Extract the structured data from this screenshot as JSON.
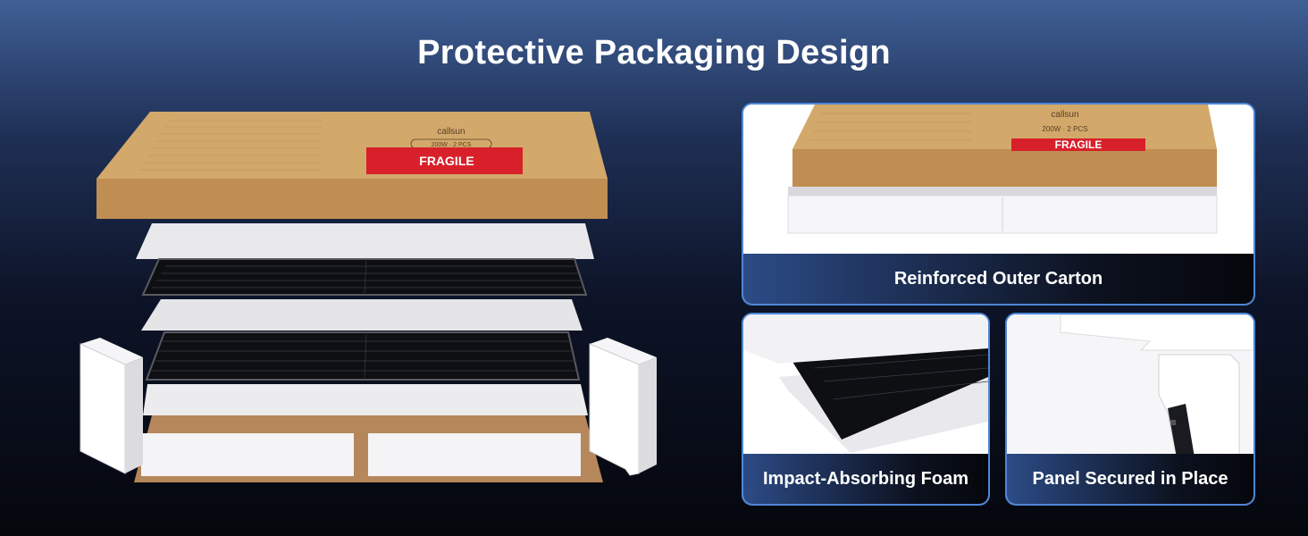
{
  "header": {
    "title": "Protective Packaging Design"
  },
  "carton": {
    "brand": "callsun",
    "spec": "200W · 2 PCS",
    "fragile": "FRAGILE"
  },
  "cards": [
    {
      "caption": "Reinforced Outer Carton",
      "image_icon": "carton-closeup-icon"
    },
    {
      "caption": "Impact-Absorbing Foam",
      "image_icon": "foam-sheet-icon"
    },
    {
      "caption": "Panel Secured in Place",
      "image_icon": "corner-guard-icon"
    }
  ],
  "colors": {
    "accent": "#4e86d6",
    "cardboard": "#c89a5e",
    "fragile_red": "#d8202b"
  }
}
